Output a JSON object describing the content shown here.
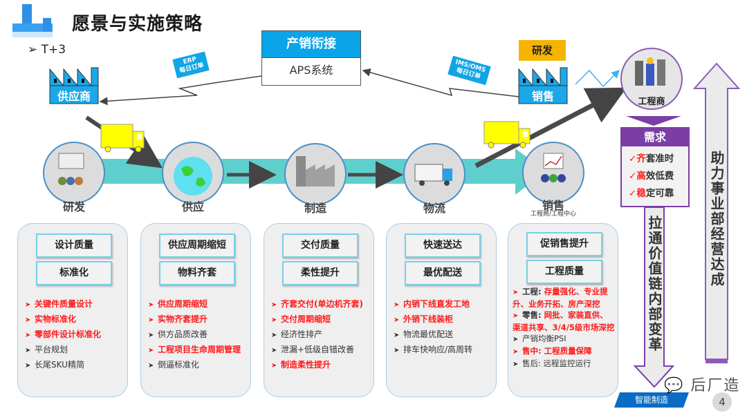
{
  "header": {
    "title": "愿景与实施策略",
    "subtitle_bullet": "➢",
    "subtitle": "T+3"
  },
  "top_flow": {
    "aps_box": {
      "title": "产销衔接",
      "system": "APS系统"
    },
    "supplier": "供应商",
    "sales_factory": "销售",
    "rd_box": "研发",
    "erp_tag": {
      "line1": "ERP",
      "line2": "每日订单"
    },
    "ims_tag": {
      "line1": "IMS/OMS",
      "line2": "每日订单"
    },
    "engineer": "工程商"
  },
  "stages": [
    {
      "label": "研发",
      "icon": "presentation-icon"
    },
    {
      "label": "供应",
      "icon": "globe-trade-icon"
    },
    {
      "label": "制造",
      "icon": "factory-icon"
    },
    {
      "label": "物流",
      "icon": "truck-icon"
    },
    {
      "label": "销售",
      "sub": "工程商/工程中心",
      "icon": "sales-team-icon"
    }
  ],
  "cards": [
    {
      "boxes": [
        "设计质量",
        "标准化"
      ],
      "bullets": [
        {
          "text": "关键件质量设计",
          "red": true
        },
        {
          "text": "实物标准化",
          "red": true
        },
        {
          "text": "零部件设计标准化",
          "red": true
        },
        {
          "text": "平台规划",
          "red": false
        },
        {
          "text": "长尾SKU精简",
          "red": false
        }
      ]
    },
    {
      "boxes": [
        "供应周期缩短",
        "物料齐套"
      ],
      "bullets": [
        {
          "text": "供应周期缩短",
          "red": true
        },
        {
          "text": "实物齐套提升",
          "red": true
        },
        {
          "text": "供方品质改善",
          "red": false
        },
        {
          "text": "工程项目生命周期管理",
          "red": true
        },
        {
          "text": "倒逼标准化",
          "red": false
        }
      ]
    },
    {
      "boxes": [
        "交付质量",
        "柔性提升"
      ],
      "bullets": [
        {
          "text": "齐套交付(单边机齐套)",
          "red": true
        },
        {
          "text": "交付周期缩短",
          "red": true
        },
        {
          "text": "经济性排产",
          "red": false
        },
        {
          "text": "泄漏+低级自错改善",
          "red": false
        },
        {
          "text": "制造柔性提升",
          "red": true
        }
      ]
    },
    {
      "boxes": [
        "快速送达",
        "最优配送"
      ],
      "bullets": [
        {
          "text": "内销下线直发工地",
          "red": true
        },
        {
          "text": "外销下线装柜",
          "red": true
        },
        {
          "text": "物流最优配送",
          "red": false
        },
        {
          "text": "排车快响应/高周转",
          "red": false
        }
      ]
    },
    {
      "boxes": [
        "促销售提升",
        "工程质量"
      ],
      "bullets": [
        {
          "prefix": "工程: ",
          "text": "存量强化、专业提升、业务开拓、房产深挖",
          "red": true
        },
        {
          "prefix": "零售: ",
          "text": "网批、家装直供、渠道共享、3/4/5级市场深挖",
          "red": true
        },
        {
          "prefix": "",
          "text": "产销均衡PSI",
          "red": false
        },
        {
          "prefix": "",
          "text": "售中: 工程质量保障",
          "red": true
        },
        {
          "prefix": "",
          "text": "售后: 远程监控运行",
          "red": false
        }
      ]
    }
  ],
  "demand": {
    "title": "需求",
    "items": [
      {
        "check": "✓",
        "first": "齐",
        "rest": "套准时"
      },
      {
        "check": "✓",
        "first": "高",
        "rest": "效低费"
      },
      {
        "check": "✓",
        "first": "稳",
        "rest": "定可靠"
      }
    ]
  },
  "down_arrow_text": "拉通价值链内部变革",
  "up_arrow_text": "助力事业部经营达成",
  "footer": {
    "brand": "智能制造",
    "watermark": "后厂造",
    "page": "4"
  },
  "colors": {
    "accent_blue": "#0aa4e8",
    "teal_band": "#5ecfcc",
    "purple": "#7a3ea6",
    "red": "#ff1a1a",
    "rd_orange": "#f5b400",
    "truck_yellow": "#ffff00"
  }
}
